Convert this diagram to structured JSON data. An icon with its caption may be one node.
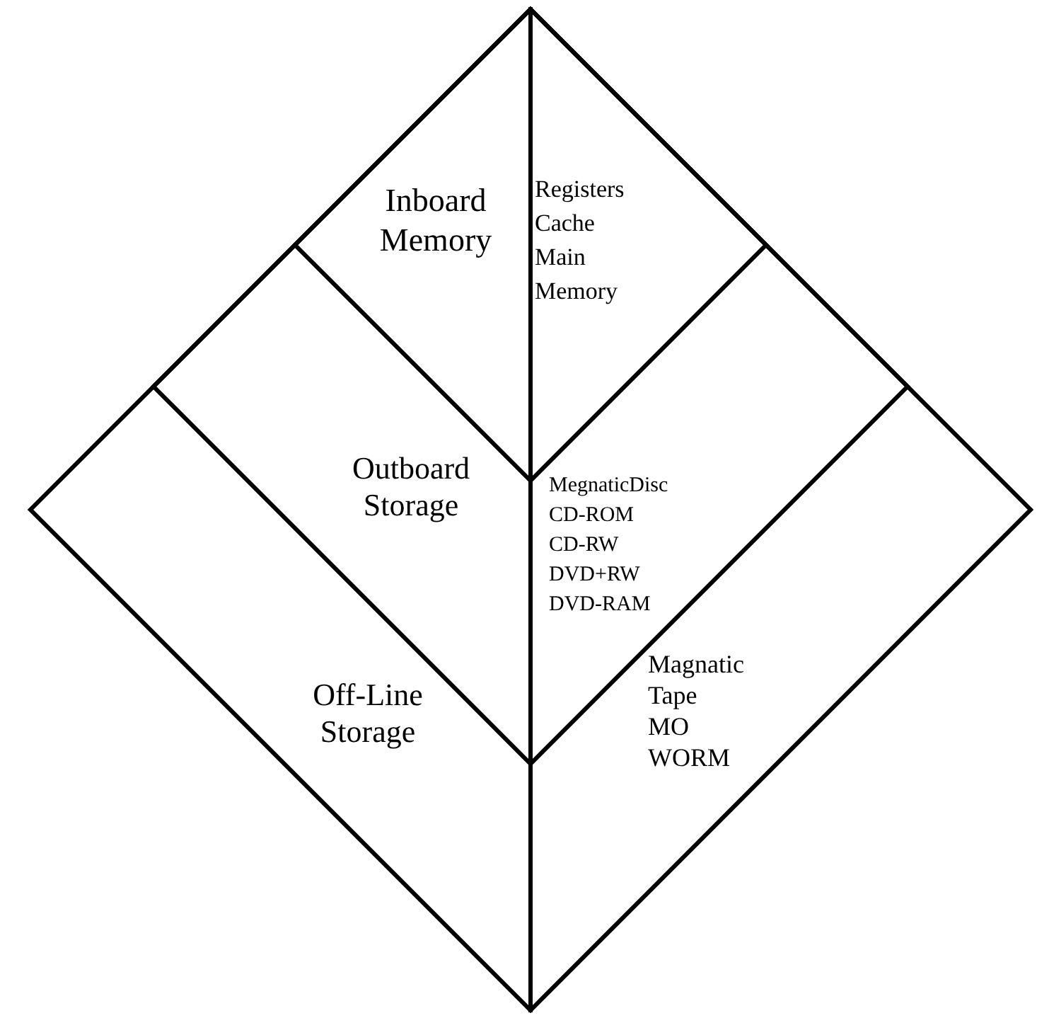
{
  "diagram": {
    "nodes": [
      {
        "text": [
          "Off-Line Storage",
          "Magnatic Tape MO WORM"
        ]
      },
      {
        "text": [
          "Outboard Storage",
          "MegnaticDisc CD-ROM CD-RW DVD+RW DVD-RAM"
        ],
        "in": 0
      },
      {
        "text": [
          "Inboard Memory",
          "Registers Cache Main Memory"
        ],
        "in": 1
      }
    ]
  }
}
